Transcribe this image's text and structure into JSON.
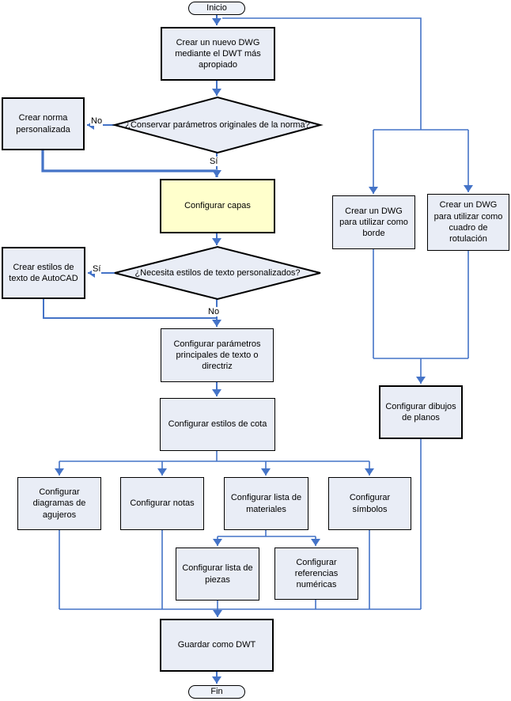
{
  "colors": {
    "node_fill": "#e9edf6",
    "terminator_fill": "#eef2f9",
    "highlight_fill": "#ffffcc",
    "line": "#4473c7",
    "border": "#000000",
    "background": "#ffffff"
  },
  "nodes": {
    "inicio": {
      "label": "Inicio",
      "type": "terminator"
    },
    "crear_dwg": {
      "label": "Crear un nuevo DWG mediante el DWT más apropiado",
      "type": "process"
    },
    "dec_conservar": {
      "label": "¿Conservar parámetros originales de la norma?",
      "type": "decision"
    },
    "crear_norma": {
      "label": "Crear norma personalizada",
      "type": "process"
    },
    "configurar_capas": {
      "label": "Configurar capas",
      "type": "process-highlight"
    },
    "dec_estilos": {
      "label": "¿Necesita estilos de texto personalizados?",
      "type": "decision"
    },
    "crear_estilos_texto": {
      "label": "Crear estilos de texto de AutoCAD",
      "type": "process"
    },
    "config_parametros": {
      "label": "Configurar parámetros principales de texto o directriz",
      "type": "process"
    },
    "config_cota": {
      "label": "Configurar estilos de cota",
      "type": "process"
    },
    "config_agujeros": {
      "label": "Configurar diagramas de agujeros",
      "type": "process"
    },
    "config_notas": {
      "label": "Configurar notas",
      "type": "process"
    },
    "config_materiales": {
      "label": "Configurar lista de materiales",
      "type": "process"
    },
    "config_simbolos": {
      "label": "Configurar símbolos",
      "type": "process"
    },
    "config_piezas": {
      "label": "Configurar lista de piezas",
      "type": "process"
    },
    "config_referencias": {
      "label": "Configurar referencias numéricas",
      "type": "process"
    },
    "guardar_dwt": {
      "label": "Guardar como DWT",
      "type": "process"
    },
    "fin": {
      "label": "Fin",
      "type": "terminator"
    },
    "dwg_borde": {
      "label": "Crear un DWG para utilizar como borde",
      "type": "process"
    },
    "dwg_rotulacion": {
      "label": "Crear un DWG para utilizar como cuadro de rotulación",
      "type": "process"
    },
    "config_dibujos": {
      "label": "Configurar dibujos de planos",
      "type": "process"
    }
  },
  "edge_labels": {
    "no1": "No",
    "si1": "Sí",
    "si2": "Sí",
    "no2": "No"
  }
}
